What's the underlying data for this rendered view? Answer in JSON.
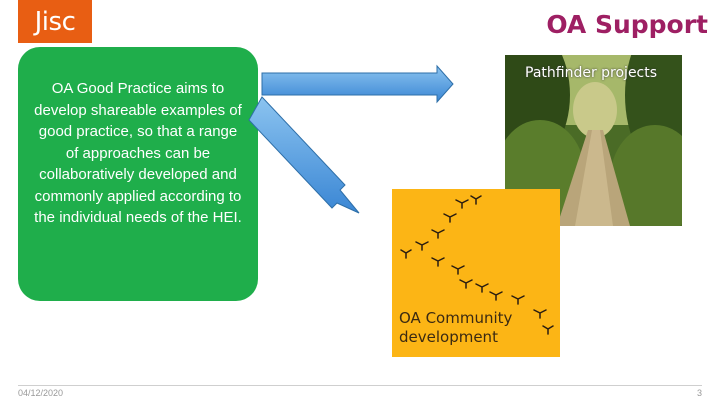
{
  "header": {
    "logo_text": "Jisc",
    "title": "OA Support"
  },
  "intro": {
    "text": "OA Good Practice aims to develop shareable examples of good practice, so that  a range of approaches can be collaboratively developed and commonly applied according to the individual needs of the HEI."
  },
  "pathfinder": {
    "label": "Pathfinder projects"
  },
  "community": {
    "label_line1": "OA Community",
    "label_line2": "development"
  },
  "footer": {
    "date": "04/12/2020",
    "page": "3"
  },
  "colors": {
    "logo_bg": "#e85e13",
    "title": "#9e1f63",
    "green_box": "#1fae4b",
    "arrow_fill": "#55a0e0",
    "yellow_box": "#fcb515"
  }
}
